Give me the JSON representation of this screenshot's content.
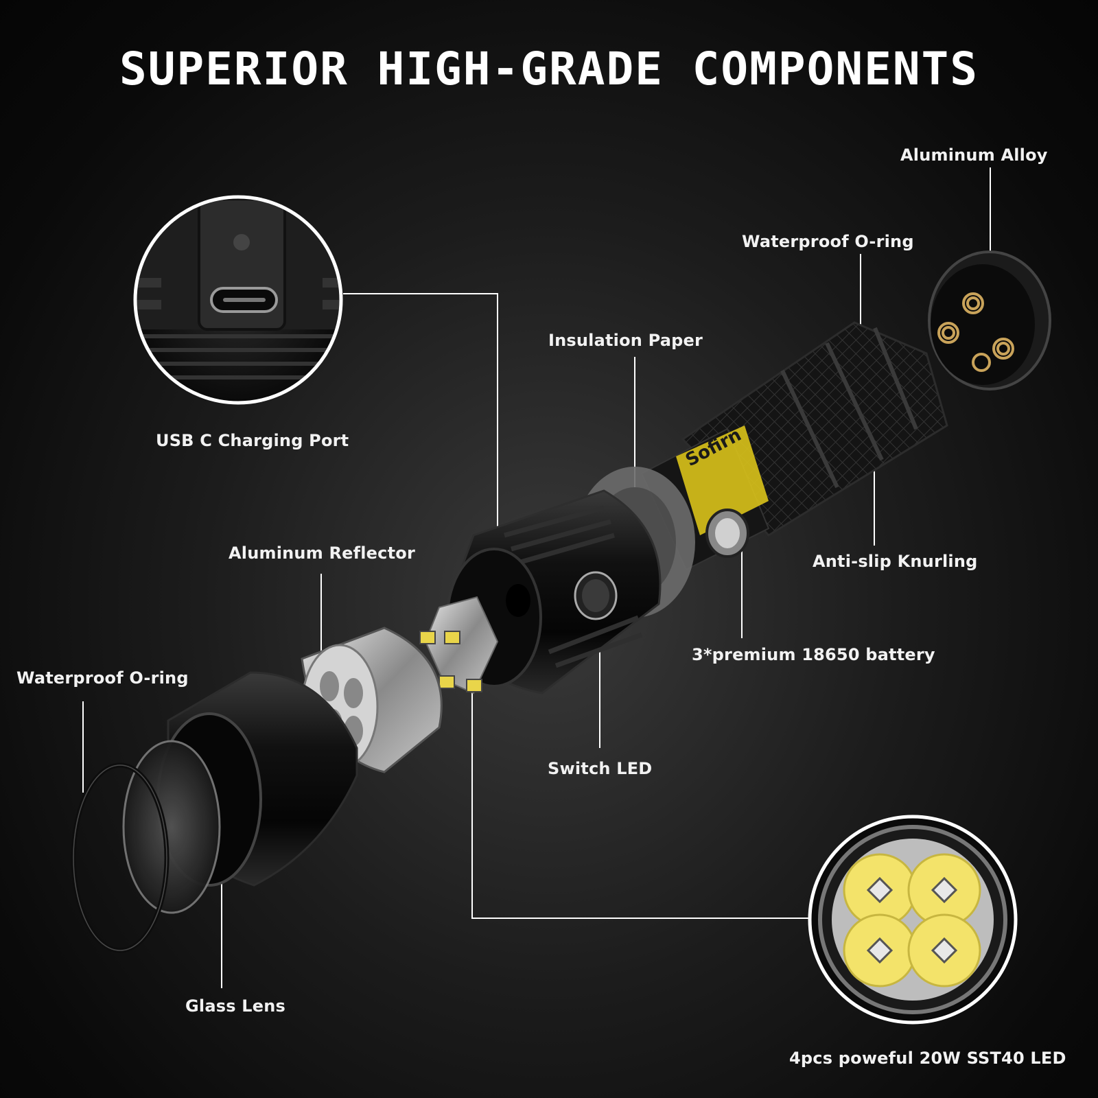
{
  "title": "SUPERIOR HIGH-GRADE COMPONENTS",
  "brand_logo": "Sofirn",
  "callouts": {
    "aluminum_alloy": "Aluminum Alloy",
    "waterproof_oring_tail": "Waterproof O-ring",
    "insulation_paper": "Insulation Paper",
    "usb_c_port": "USB C Charging Port",
    "aluminum_reflector": "Aluminum Reflector",
    "anti_slip_knurling": "Anti-slip Knurling",
    "battery": "3*premium 18650 battery",
    "waterproof_oring_head": "Waterproof O-ring",
    "switch_led": "Switch LED",
    "glass_lens": "Glass Lens",
    "led": "4pcs poweful 20W SST40 LED"
  },
  "colors": {
    "background": "#111111",
    "text": "#ffffff",
    "leader_line": "#ffffff",
    "battery_wrap": "#d9c21a",
    "led_emitter": "#f3e36a"
  }
}
